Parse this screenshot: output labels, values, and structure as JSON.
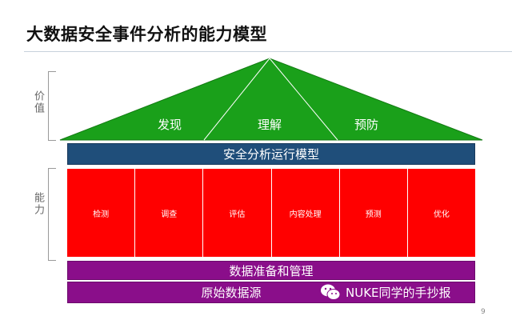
{
  "title": "大数据安全事件分析的能力模型",
  "side_labels": {
    "value": "价值",
    "capability": "能力"
  },
  "roof": {
    "color": "#1aa01a",
    "items": [
      "发现",
      "理解",
      "预防"
    ]
  },
  "model_bar": {
    "label": "安全分析运行模型",
    "color": "#1f4e7a"
  },
  "capabilities": {
    "color": "#ff0000",
    "items": [
      "检测",
      "调查",
      "评估",
      "内容处理",
      "预测",
      "优化"
    ]
  },
  "data_prep": {
    "label": "数据准备和管理",
    "color": "#8a0e8a"
  },
  "data_source": {
    "label": "原始数据源",
    "color": "#8a0e8a"
  },
  "watermark": {
    "text": "NUKE同学的手抄报",
    "icon": "wechat-icon"
  },
  "page_number": "9"
}
